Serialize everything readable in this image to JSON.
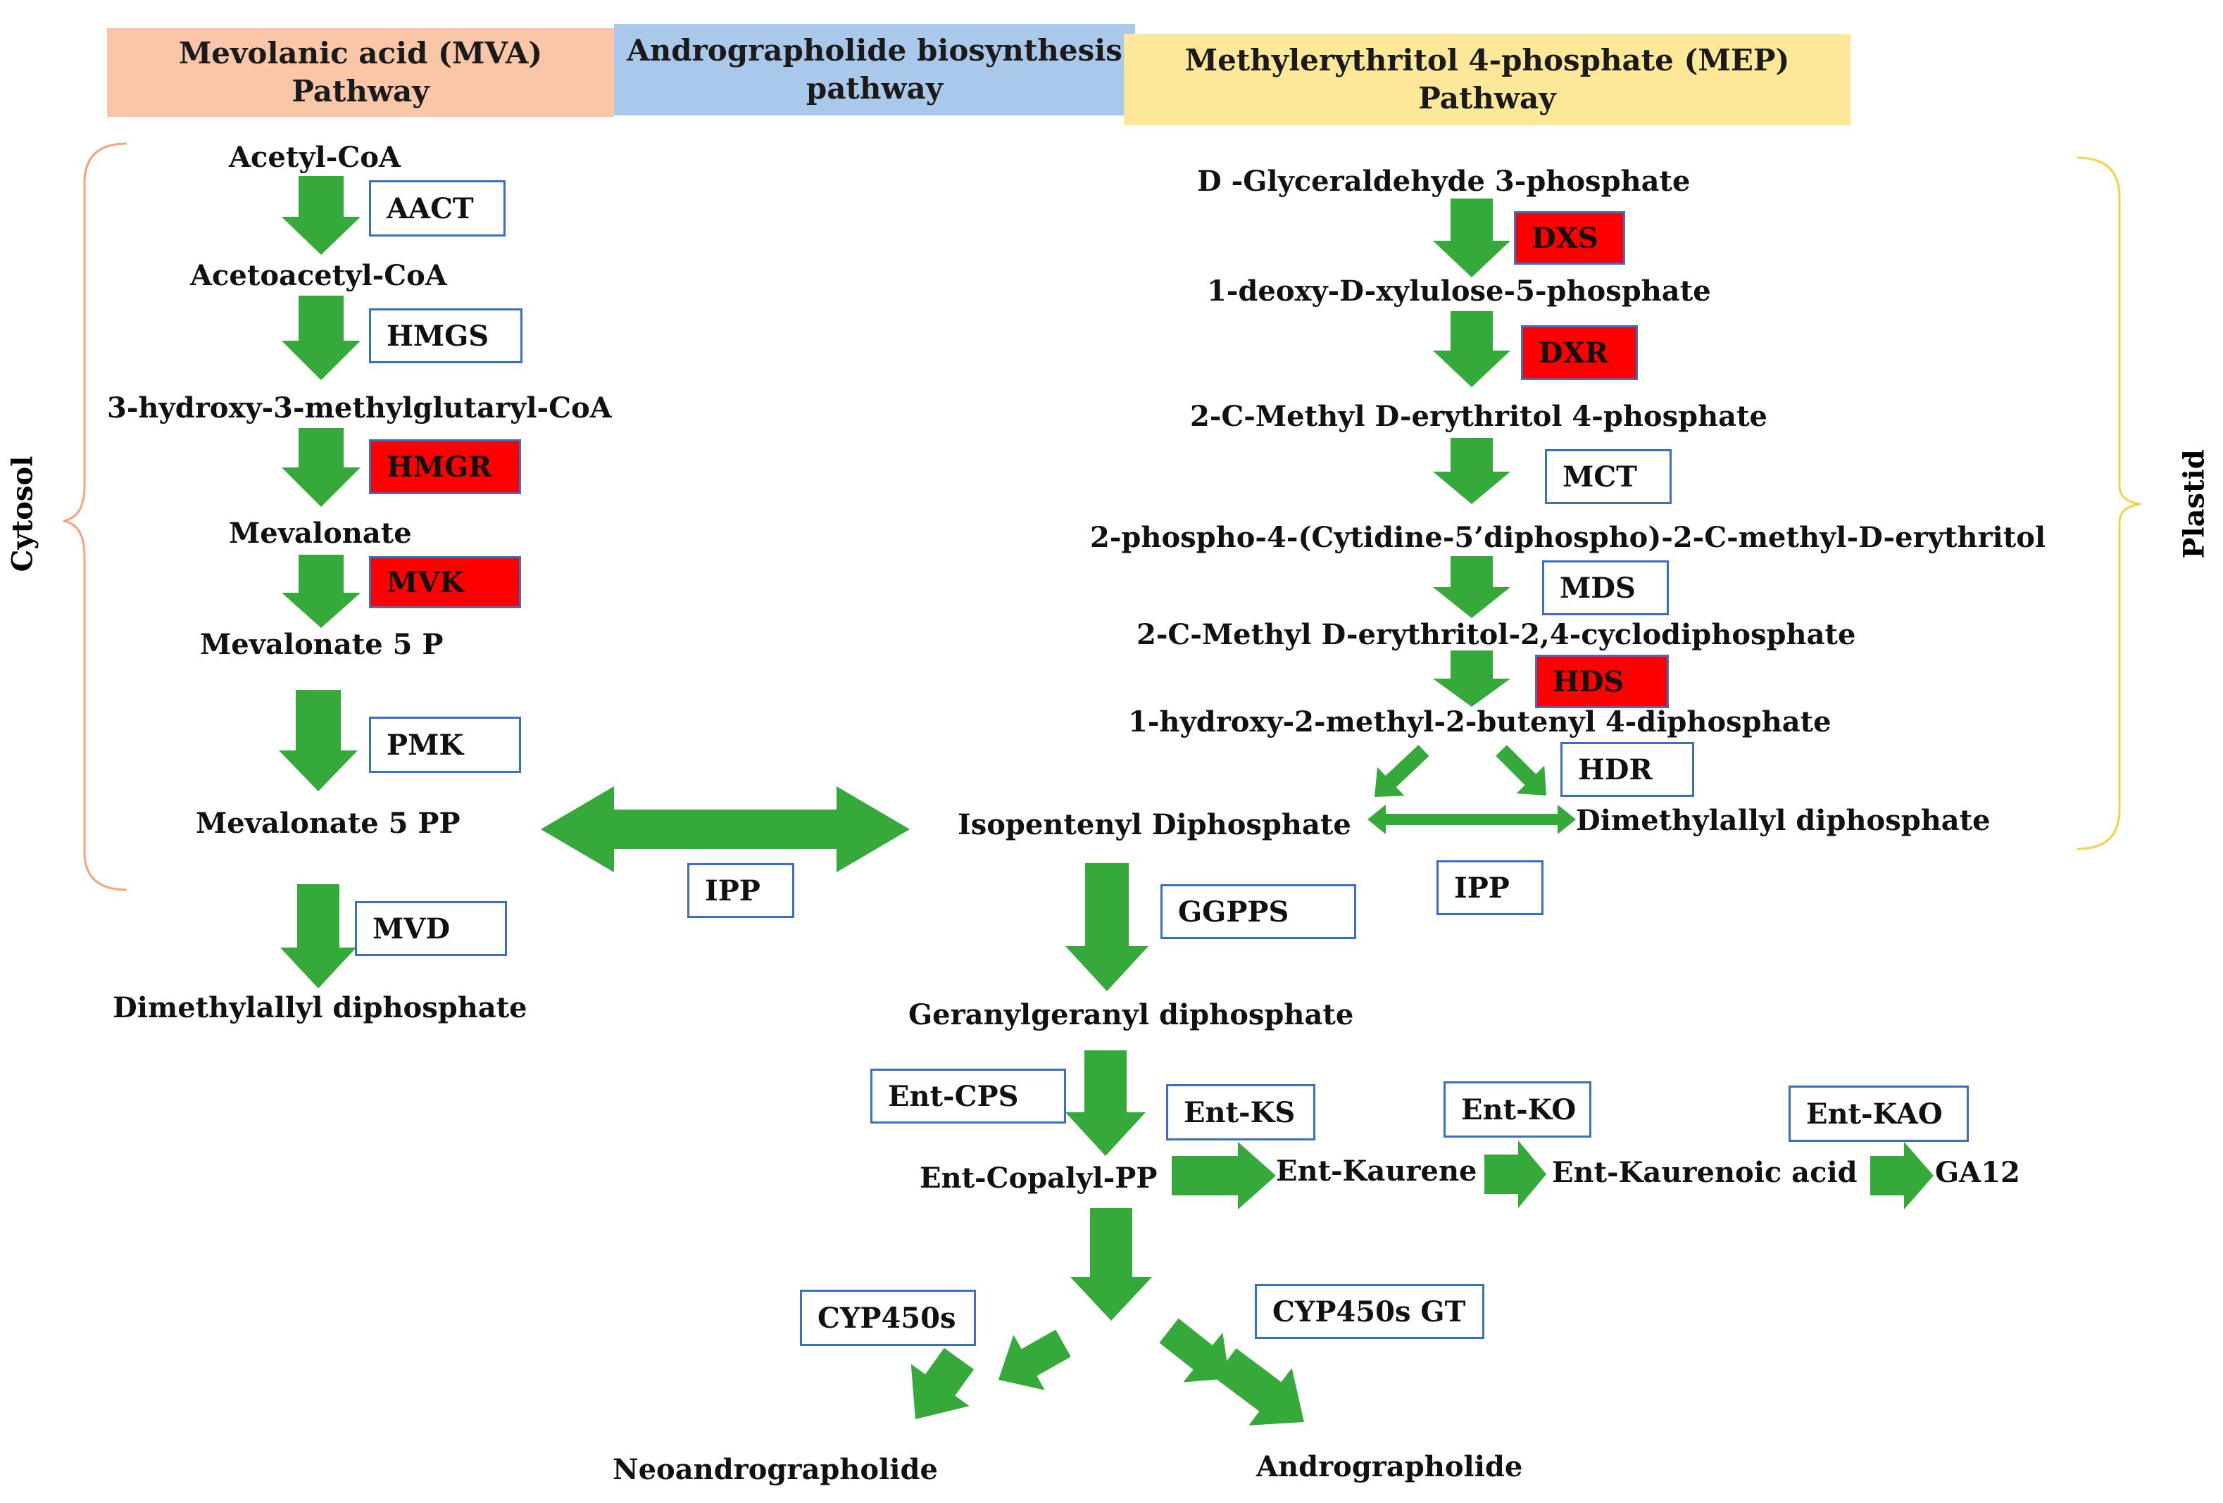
{
  "headers": {
    "mva": [
      "Mevolanic acid (MVA)",
      "Pathway"
    ],
    "andro": [
      "Andrographolide biosynthesis",
      "pathway"
    ],
    "mep": [
      "Methylerythritol 4-phosphate (MEP)",
      "Pathway"
    ]
  },
  "compartments": {
    "left": "Cytosol",
    "right": "Plastid"
  },
  "colors": {
    "mva_header": "#f9c7a8",
    "andro_header": "#a9c8ea",
    "mep_header": "#fde89a",
    "arrow": "#35a93a",
    "highlight": "#ff0000",
    "enzyme_border": "#3b6fc4",
    "cytosol_bracket": "#f4a57a",
    "plastid_bracket": "#f5d24a"
  },
  "mva": {
    "metabolites": [
      "Acetyl-CoA",
      "Acetoacetyl-CoA",
      "3-hydroxy-3-methylglutaryl-CoA",
      "Mevalonate",
      "Mevalonate 5 P",
      "Mevalonate 5 PP",
      "Dimethylallyl diphosphate"
    ],
    "enzymes": [
      "AACT",
      "HMGS",
      "HMGR",
      "MVK",
      "PMK",
      "MVD"
    ]
  },
  "mep": {
    "metabolites": [
      "D -Glyceraldehyde 3-phosphate",
      "1-deoxy-D-xylulose-5-phosphate",
      "2-C-Methyl D-erythritol 4-phosphate",
      "2-phospho-4-(Cytidine-5’diphospho)-2-C-methyl-D-erythritol",
      "2-C-Methyl D-erythritol-2,4-cyclodiphosphate",
      "1-hydroxy-2-methyl-2-butenyl 4-diphosphate",
      "Isopentenyl Diphosphate",
      "Dimethylallyl diphosphate"
    ],
    "enzymes": [
      "DXS",
      "DXR",
      "MCT",
      "MDS",
      "HDS",
      "HDR",
      "IPP"
    ]
  },
  "andro": {
    "transfer_enzyme": "IPP",
    "metabolites": [
      "Geranylgeranyl diphosphate",
      "Ent-Copalyl-PP",
      "Ent-Kaurene",
      "Ent-Kaurenoic acid",
      "GA12",
      "Neoandrographolide",
      "Andrographolide"
    ],
    "enzymes": [
      "GGPPS",
      "Ent-CPS",
      "Ent-KS",
      "Ent-KO",
      "Ent-KAO",
      "CYP450s",
      "CYP450s GT"
    ]
  },
  "highlighted_enzymes": [
    "HMGR",
    "MVK",
    "DXS",
    "DXR",
    "HDS"
  ]
}
